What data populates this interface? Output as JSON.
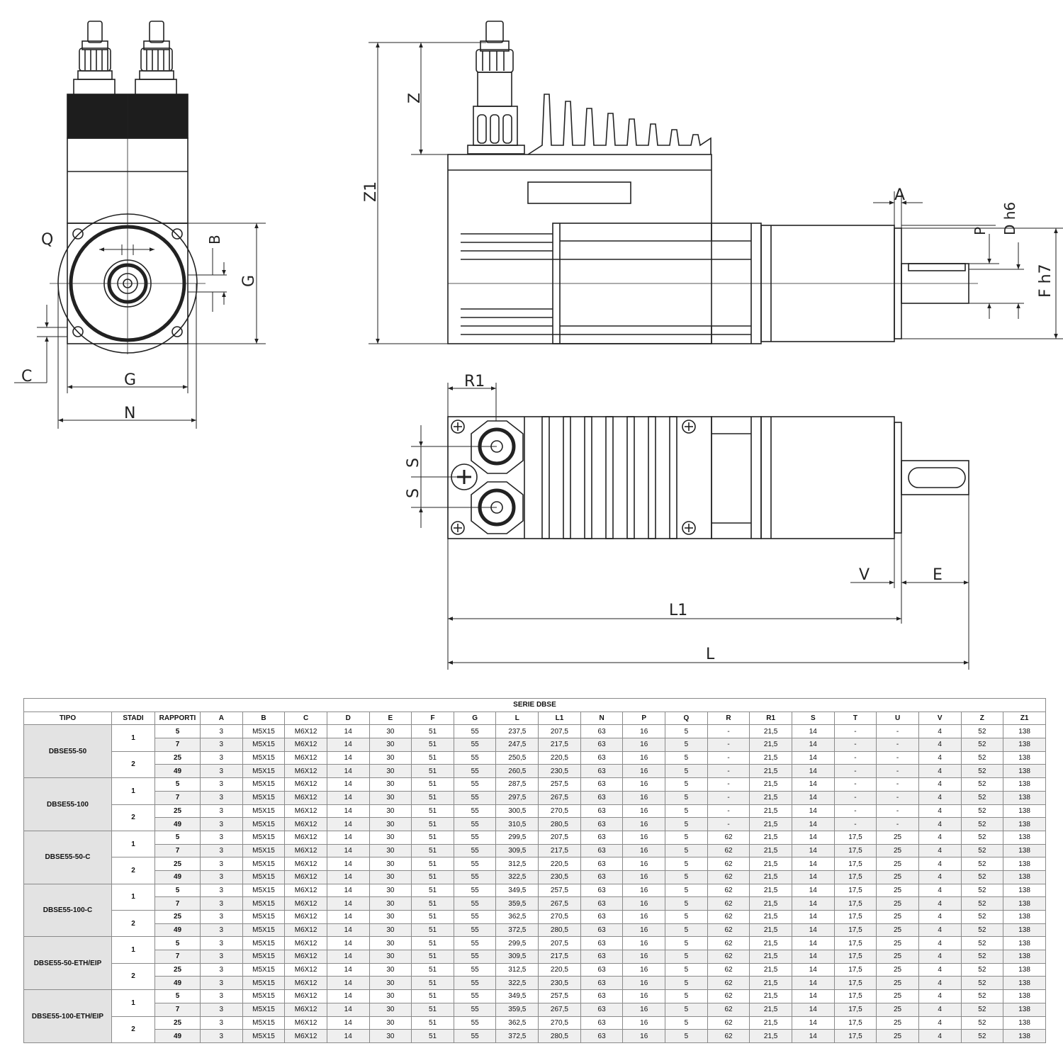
{
  "dimension_labels": {
    "front": {
      "Q": "Q",
      "B": "B",
      "G_vertical": "G",
      "C": "C",
      "G_horizontal": "G",
      "N": "N"
    },
    "side": {
      "Z": "Z",
      "Z1": "Z1",
      "A": "A",
      "P": "P",
      "D": "D h6",
      "F": "F h7"
    },
    "top": {
      "R1": "R1",
      "S_top": "S",
      "S_bottom": "S",
      "V": "V",
      "E": "E",
      "L1": "L1",
      "L": "L"
    }
  },
  "table": {
    "title": "SERIE DBSE",
    "headers": [
      "TIPO",
      "STADI",
      "RAPPORTI",
      "A",
      "B",
      "C",
      "D",
      "E",
      "F",
      "G",
      "L",
      "L1",
      "N",
      "P",
      "Q",
      "R",
      "R1",
      "S",
      "T",
      "U",
      "V",
      "Z",
      "Z1"
    ],
    "groups": [
      {
        "tipo": "DBSE55-50",
        "stadi": [
          {
            "stadi": "1",
            "rows": [
              [
                "5",
                "3",
                "M5X15",
                "M6X12",
                "14",
                "30",
                "51",
                "55",
                "237,5",
                "207,5",
                "63",
                "16",
                "5",
                "-",
                "21,5",
                "14",
                "-",
                "-",
                "4",
                "52",
                "138"
              ],
              [
                "7",
                "3",
                "M5X15",
                "M6X12",
                "14",
                "30",
                "51",
                "55",
                "247,5",
                "217,5",
                "63",
                "16",
                "5",
                "-",
                "21,5",
                "14",
                "-",
                "-",
                "4",
                "52",
                "138"
              ]
            ]
          },
          {
            "stadi": "2",
            "rows": [
              [
                "25",
                "3",
                "M5X15",
                "M6X12",
                "14",
                "30",
                "51",
                "55",
                "250,5",
                "220,5",
                "63",
                "16",
                "5",
                "-",
                "21,5",
                "14",
                "-",
                "-",
                "4",
                "52",
                "138"
              ],
              [
                "49",
                "3",
                "M5X15",
                "M6X12",
                "14",
                "30",
                "51",
                "55",
                "260,5",
                "230,5",
                "63",
                "16",
                "5",
                "-",
                "21,5",
                "14",
                "-",
                "-",
                "4",
                "52",
                "138"
              ]
            ]
          }
        ]
      },
      {
        "tipo": "DBSE55-100",
        "stadi": [
          {
            "stadi": "1",
            "rows": [
              [
                "5",
                "3",
                "M5X15",
                "M6X12",
                "14",
                "30",
                "51",
                "55",
                "287,5",
                "257,5",
                "63",
                "16",
                "5",
                "-",
                "21,5",
                "14",
                "-",
                "-",
                "4",
                "52",
                "138"
              ],
              [
                "7",
                "3",
                "M5X15",
                "M6X12",
                "14",
                "30",
                "51",
                "55",
                "297,5",
                "267,5",
                "63",
                "16",
                "5",
                "-",
                "21,5",
                "14",
                "-",
                "-",
                "4",
                "52",
                "138"
              ]
            ]
          },
          {
            "stadi": "2",
            "rows": [
              [
                "25",
                "3",
                "M5X15",
                "M6X12",
                "14",
                "30",
                "51",
                "55",
                "300,5",
                "270,5",
                "63",
                "16",
                "5",
                "-",
                "21,5",
                "14",
                "-",
                "-",
                "4",
                "52",
                "138"
              ],
              [
                "49",
                "3",
                "M5X15",
                "M6X12",
                "14",
                "30",
                "51",
                "55",
                "310,5",
                "280,5",
                "63",
                "16",
                "5",
                "-",
                "21,5",
                "14",
                "-",
                "-",
                "4",
                "52",
                "138"
              ]
            ]
          }
        ]
      },
      {
        "tipo": "DBSE55-50-C",
        "stadi": [
          {
            "stadi": "1",
            "rows": [
              [
                "5",
                "3",
                "M5X15",
                "M6X12",
                "14",
                "30",
                "51",
                "55",
                "299,5",
                "207,5",
                "63",
                "16",
                "5",
                "62",
                "21,5",
                "14",
                "17,5",
                "25",
                "4",
                "52",
                "138"
              ],
              [
                "7",
                "3",
                "M5X15",
                "M6X12",
                "14",
                "30",
                "51",
                "55",
                "309,5",
                "217,5",
                "63",
                "16",
                "5",
                "62",
                "21,5",
                "14",
                "17,5",
                "25",
                "4",
                "52",
                "138"
              ]
            ]
          },
          {
            "stadi": "2",
            "rows": [
              [
                "25",
                "3",
                "M5X15",
                "M6X12",
                "14",
                "30",
                "51",
                "55",
                "312,5",
                "220,5",
                "63",
                "16",
                "5",
                "62",
                "21,5",
                "14",
                "17,5",
                "25",
                "4",
                "52",
                "138"
              ],
              [
                "49",
                "3",
                "M5X15",
                "M6X12",
                "14",
                "30",
                "51",
                "55",
                "322,5",
                "230,5",
                "63",
                "16",
                "5",
                "62",
                "21,5",
                "14",
                "17,5",
                "25",
                "4",
                "52",
                "138"
              ]
            ]
          }
        ]
      },
      {
        "tipo": "DBSE55-100-C",
        "stadi": [
          {
            "stadi": "1",
            "rows": [
              [
                "5",
                "3",
                "M5X15",
                "M6X12",
                "14",
                "30",
                "51",
                "55",
                "349,5",
                "257,5",
                "63",
                "16",
                "5",
                "62",
                "21,5",
                "14",
                "17,5",
                "25",
                "4",
                "52",
                "138"
              ],
              [
                "7",
                "3",
                "M5X15",
                "M6X12",
                "14",
                "30",
                "51",
                "55",
                "359,5",
                "267,5",
                "63",
                "16",
                "5",
                "62",
                "21,5",
                "14",
                "17,5",
                "25",
                "4",
                "52",
                "138"
              ]
            ]
          },
          {
            "stadi": "2",
            "rows": [
              [
                "25",
                "3",
                "M5X15",
                "M6X12",
                "14",
                "30",
                "51",
                "55",
                "362,5",
                "270,5",
                "63",
                "16",
                "5",
                "62",
                "21,5",
                "14",
                "17,5",
                "25",
                "4",
                "52",
                "138"
              ],
              [
                "49",
                "3",
                "M5X15",
                "M6X12",
                "14",
                "30",
                "51",
                "55",
                "372,5",
                "280,5",
                "63",
                "16",
                "5",
                "62",
                "21,5",
                "14",
                "17,5",
                "25",
                "4",
                "52",
                "138"
              ]
            ]
          }
        ]
      },
      {
        "tipo": "DBSE55-50-ETH/EIP",
        "stadi": [
          {
            "stadi": "1",
            "rows": [
              [
                "5",
                "3",
                "M5X15",
                "M6X12",
                "14",
                "30",
                "51",
                "55",
                "299,5",
                "207,5",
                "63",
                "16",
                "5",
                "62",
                "21,5",
                "14",
                "17,5",
                "25",
                "4",
                "52",
                "138"
              ],
              [
                "7",
                "3",
                "M5X15",
                "M6X12",
                "14",
                "30",
                "51",
                "55",
                "309,5",
                "217,5",
                "63",
                "16",
                "5",
                "62",
                "21,5",
                "14",
                "17,5",
                "25",
                "4",
                "52",
                "138"
              ]
            ]
          },
          {
            "stadi": "2",
            "rows": [
              [
                "25",
                "3",
                "M5X15",
                "M6X12",
                "14",
                "30",
                "51",
                "55",
                "312,5",
                "220,5",
                "63",
                "16",
                "5",
                "62",
                "21,5",
                "14",
                "17,5",
                "25",
                "4",
                "52",
                "138"
              ],
              [
                "49",
                "3",
                "M5X15",
                "M6X12",
                "14",
                "30",
                "51",
                "55",
                "322,5",
                "230,5",
                "63",
                "16",
                "5",
                "62",
                "21,5",
                "14",
                "17,5",
                "25",
                "4",
                "52",
                "138"
              ]
            ]
          }
        ]
      },
      {
        "tipo": "DBSE55-100-ETH/EIP",
        "stadi": [
          {
            "stadi": "1",
            "rows": [
              [
                "5",
                "3",
                "M5X15",
                "M6X12",
                "14",
                "30",
                "51",
                "55",
                "349,5",
                "257,5",
                "63",
                "16",
                "5",
                "62",
                "21,5",
                "14",
                "17,5",
                "25",
                "4",
                "52",
                "138"
              ],
              [
                "7",
                "3",
                "M5X15",
                "M6X12",
                "14",
                "30",
                "51",
                "55",
                "359,5",
                "267,5",
                "63",
                "16",
                "5",
                "62",
                "21,5",
                "14",
                "17,5",
                "25",
                "4",
                "52",
                "138"
              ]
            ]
          },
          {
            "stadi": "2",
            "rows": [
              [
                "25",
                "3",
                "M5X15",
                "M6X12",
                "14",
                "30",
                "51",
                "55",
                "362,5",
                "270,5",
                "63",
                "16",
                "5",
                "62",
                "21,5",
                "14",
                "17,5",
                "25",
                "4",
                "52",
                "138"
              ],
              [
                "49",
                "3",
                "M5X15",
                "M6X12",
                "14",
                "30",
                "51",
                "55",
                "372,5",
                "280,5",
                "63",
                "16",
                "5",
                "62",
                "21,5",
                "14",
                "17,5",
                "25",
                "4",
                "52",
                "138"
              ]
            ]
          }
        ]
      }
    ]
  }
}
